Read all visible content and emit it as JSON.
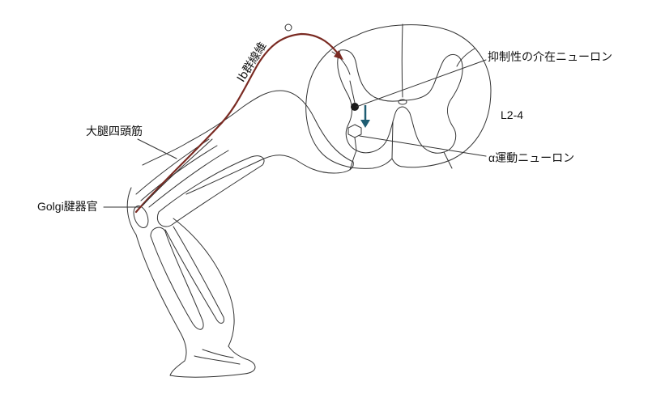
{
  "labels": {
    "ib_fiber": "Ib群線維",
    "inhibitory_interneuron": "抑制性の介在ニューロン",
    "level": "L2-4",
    "alpha_motor_neuron": "α運動ニューロン",
    "quadriceps": "大腿四頭筋",
    "golgi_tendon_organ": "Golgi腱器官"
  },
  "colors": {
    "ib_fiber": "#7a2a22",
    "inhibition_arrow": "#1f5d72",
    "outline": "#333333",
    "interneuron_fill": "#1a1a1a"
  }
}
